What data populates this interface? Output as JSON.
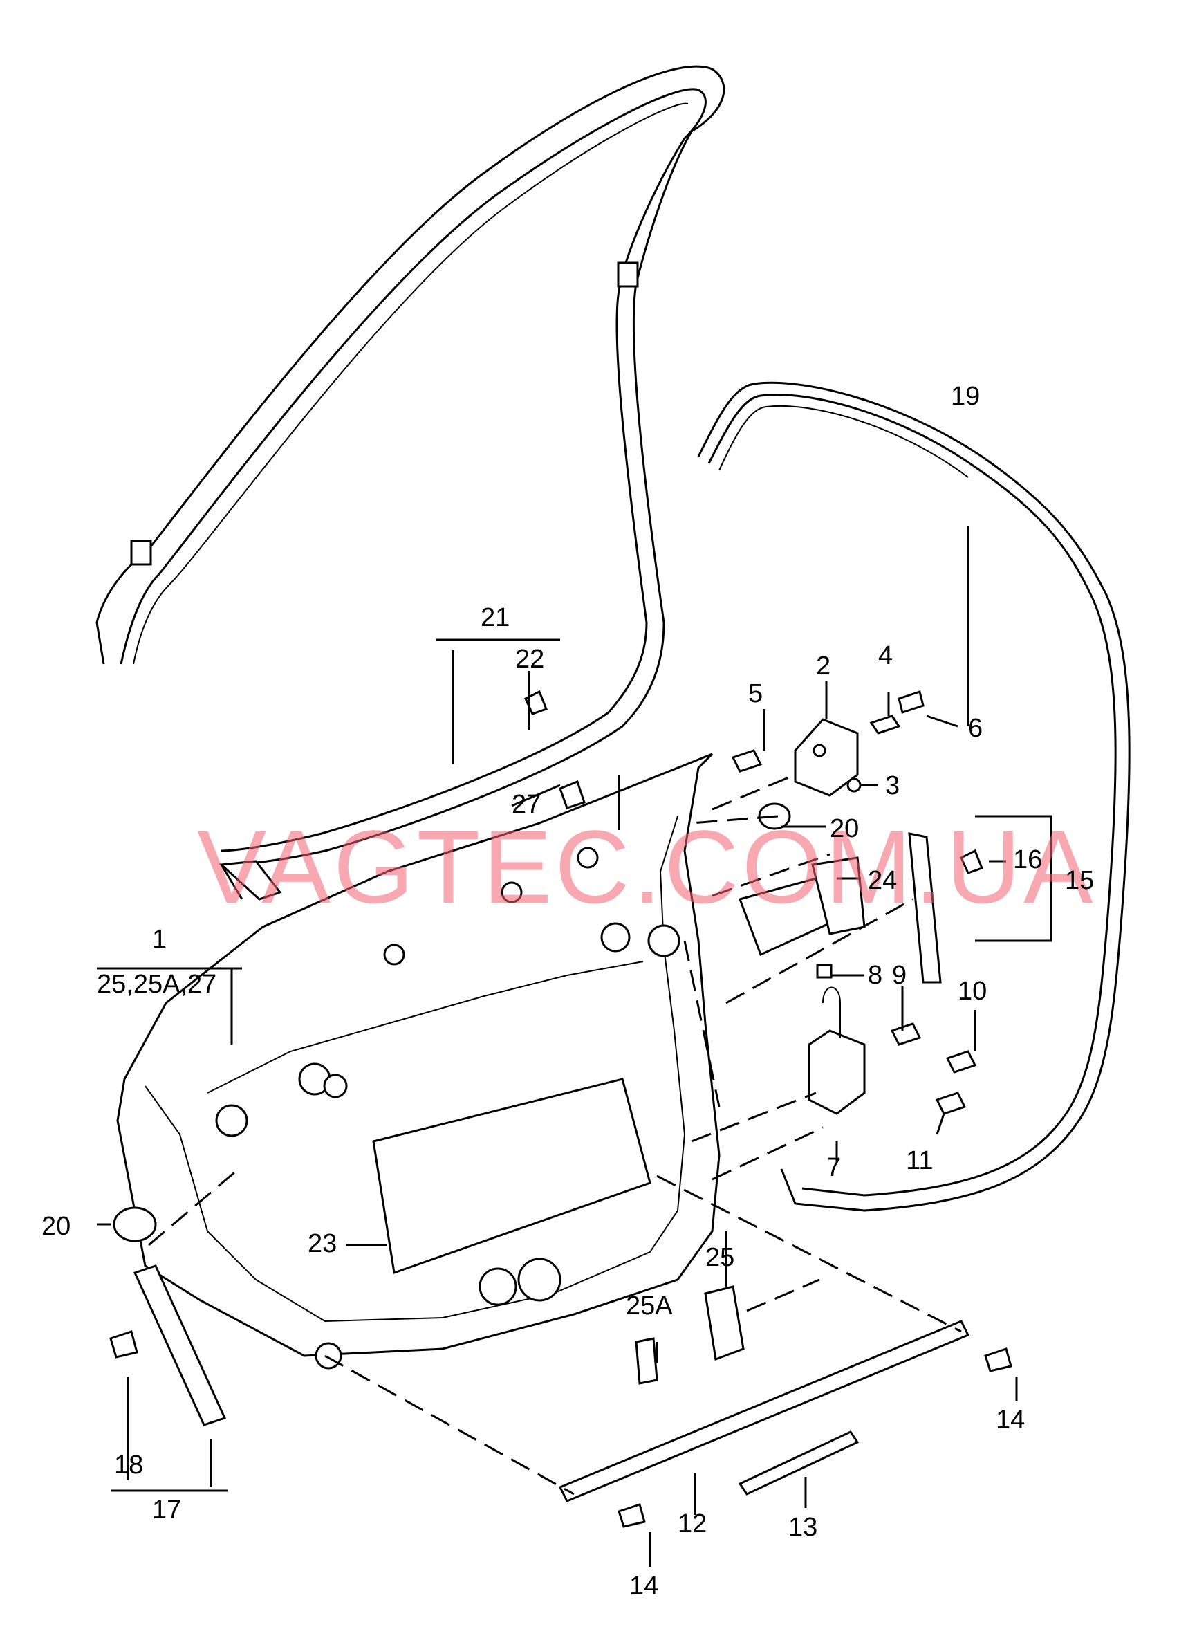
{
  "watermark": "VAGTEC.COM.UA",
  "callouts": {
    "c1": "1",
    "c1_sub": "25,25A,27",
    "c2": "2",
    "c3": "3",
    "c4": "4",
    "c5": "5",
    "c6": "6",
    "c7": "7",
    "c8": "8",
    "c9": "9",
    "c10": "10",
    "c11": "11",
    "c12": "12",
    "c13": "13",
    "c14a": "14",
    "c14b": "14",
    "c15": "15",
    "c16": "16",
    "c17": "17",
    "c18": "18",
    "c19": "19",
    "c20a": "20",
    "c20b": "20",
    "c21": "21",
    "c22": "22",
    "c23": "23",
    "c24": "24",
    "c25": "25",
    "c25a": "25A",
    "c27": "27"
  }
}
